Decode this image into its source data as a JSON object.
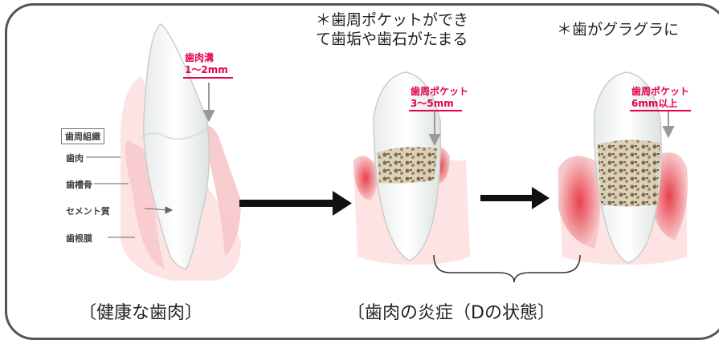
{
  "notes": {
    "pocket_line1": "＊歯周ポケットができ",
    "pocket_line2": "て歯垢や歯石がたまる",
    "loose": "＊歯がグラグラに"
  },
  "labels": {
    "sulcus_title": "歯肉溝",
    "sulcus_depth": "1～2mm",
    "pocket_title_1": "歯周ポケット",
    "pocket_depth_1": "3～5mm",
    "pocket_title_2": "歯周ポケット",
    "pocket_depth_2": "6mm以上"
  },
  "tissues": {
    "heading": "歯周組織",
    "gum": "歯肉",
    "alveolar_bone": "歯槽骨",
    "cementum": "セメント質",
    "ligament": "歯根膜"
  },
  "captions": {
    "healthy": "〔健康な歯肉〕",
    "inflamed": "〔歯肉の炎症（Dの状態〕"
  },
  "colors": {
    "label_red": "#e4004f",
    "gum_pink": "#f7c7c9",
    "inflamed_red": "#e8505a",
    "tartar": "#8d7a5a"
  }
}
